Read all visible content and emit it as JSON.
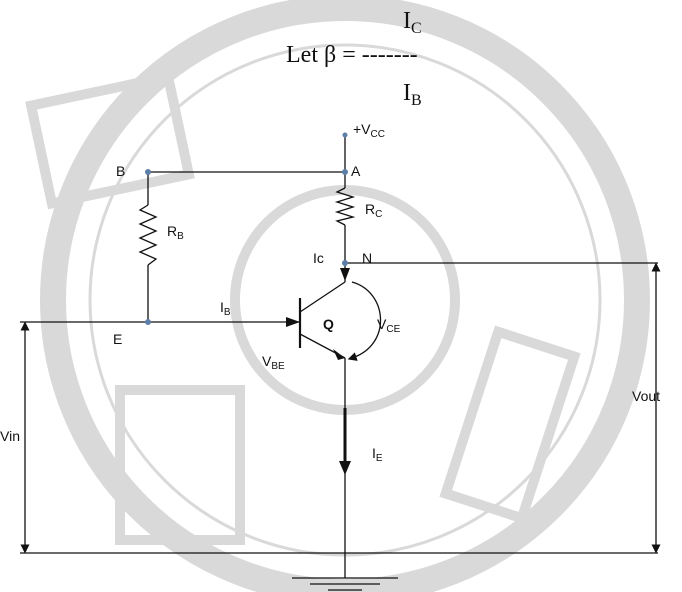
{
  "formula": {
    "numerator_main": "I",
    "numerator_sub": "C",
    "left": "Let β = -------",
    "denominator_main": "I",
    "denominator_sub": "B"
  },
  "labels": {
    "vcc_prefix": "+V",
    "vcc_sub": "CC",
    "node_b": "B",
    "node_a": "A",
    "node_e": "E",
    "node_n": "N",
    "rb_main": "R",
    "rb_sub": "B",
    "rc_main": "R",
    "rc_sub": "C",
    "ic": "Ic",
    "ib_main": "I",
    "ib_sub": "B",
    "q": "Q",
    "vce_main": "V",
    "vce_sub": "CE",
    "vbe_main": "V",
    "vbe_sub": "BE",
    "ie_main": "I",
    "ie_sub": "E",
    "vin": "Vin",
    "vout": "Vout"
  },
  "colors": {
    "wire": "#111111",
    "node_dot": "#5b7fa8",
    "watermark": "#d9d9d9"
  }
}
